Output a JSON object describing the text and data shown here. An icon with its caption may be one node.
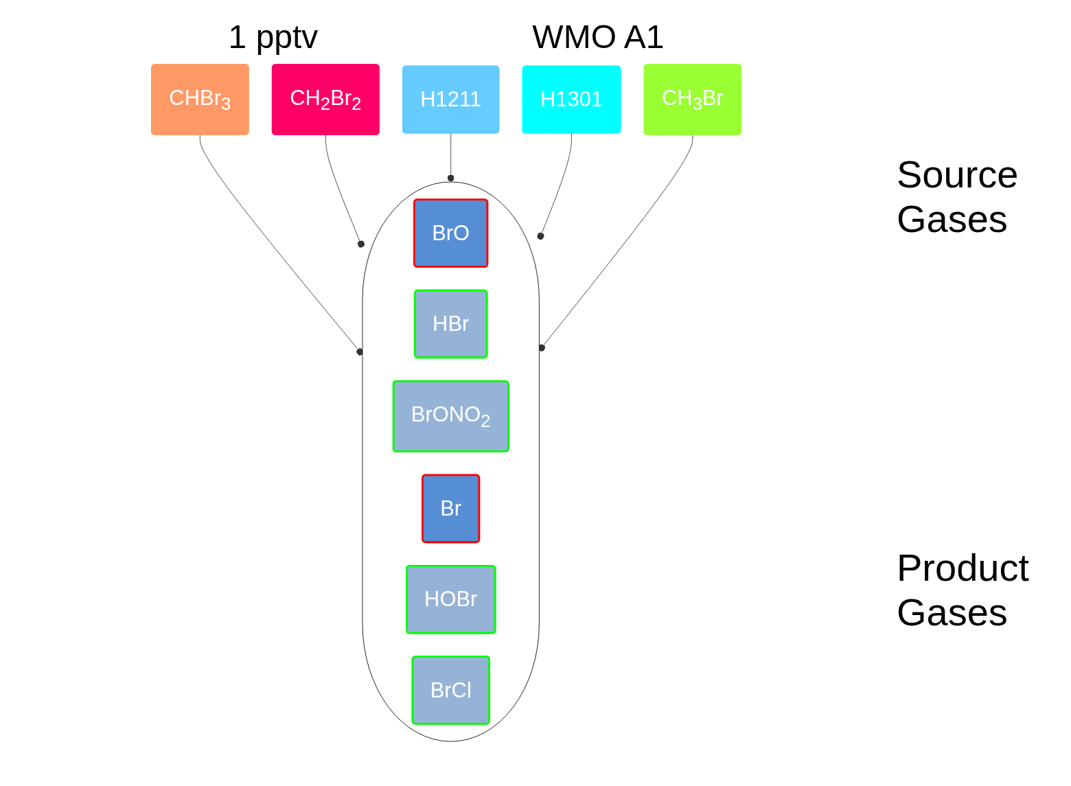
{
  "diagram": {
    "nodes": [
      {
        "text": [
          "CHBr$_{3}$"
        ]
      },
      {
        "text": [
          "CH$_{2}$Br$_{2}$"
        ]
      },
      {
        "text": [
          "H1211"
        ]
      },
      {
        "text": [
          "H1301"
        ]
      },
      {
        "text": [
          "CH$_{3}$Br"
        ]
      },
      {
        "text": [],
        "shape": "ellipse"
      },
      {
        "text": [
          "BrO"
        ],
        "in": 5
      },
      {
        "text": [
          "HBr"
        ],
        "in": 5
      },
      {
        "text": [
          "BrONO$_{2}$"
        ],
        "in": 5
      },
      {
        "text": [
          "Br"
        ],
        "in": 5
      },
      {
        "text": [
          "HOBr"
        ],
        "in": 5
      },
      {
        "text": [
          "BrCl"
        ],
        "in": 5
      }
    ],
    "edges": [
      {
        "from": 0,
        "to": 5,
        "arrow": "other"
      },
      {
        "from": 1,
        "to": 5,
        "arrow": "other"
      },
      {
        "from": 2,
        "to": 5,
        "arrow": "other"
      },
      {
        "from": 3,
        "to": 5,
        "arrow": "other"
      },
      {
        "from": 4,
        "to": 5,
        "arrow": "other"
      }
    ],
    "labels": [
      "1 pptv",
      "WMO A1",
      "Source Gases",
      "Product Gases"
    ]
  }
}
